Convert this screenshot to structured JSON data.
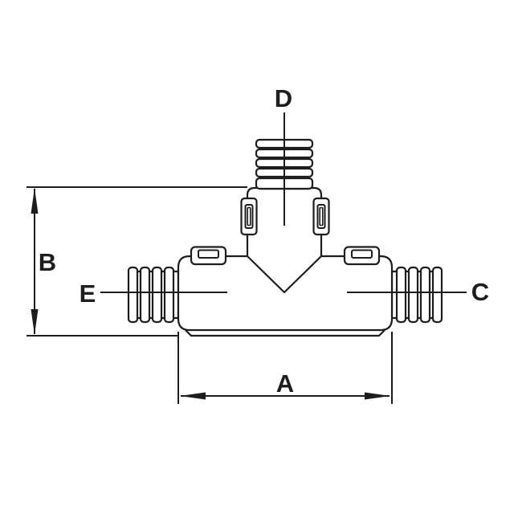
{
  "diagram": {
    "background_color": "#ffffff",
    "line_color": "#1d1d1b",
    "labels": {
      "dim_width_bottom": "A",
      "dim_height_left": "B",
      "port_right": "C",
      "port_top": "D",
      "port_left": "E"
    }
  }
}
